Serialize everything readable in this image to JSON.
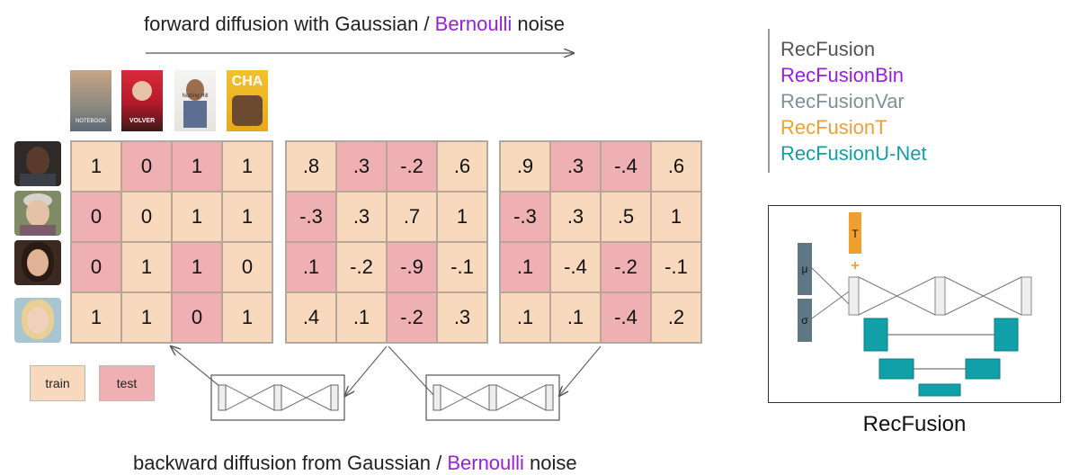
{
  "forward_caption": {
    "prefix": "forward diffusion with Gaussian / ",
    "highlight": "Bernoulli",
    "suffix": " noise"
  },
  "backward_caption": {
    "prefix": "backward diffusion from Gaussian / ",
    "highlight": "Bernoulli",
    "suffix": " noise"
  },
  "colors": {
    "train": "#f8d9bd",
    "test": "#eeb0b3",
    "highlight": "#9a1ee0",
    "teal": "#11a0a8",
    "slate": "#5f7783",
    "orange": "#f0a030"
  },
  "posters": [
    {
      "name": "poster-notebook",
      "text": "NOTEBOOK"
    },
    {
      "name": "poster-volver",
      "text": "VOLVER"
    },
    {
      "name": "poster-notting-hill",
      "text": "Notting Hill"
    },
    {
      "name": "poster-cha",
      "text": "CHA"
    }
  ],
  "matrices": [
    {
      "name": "matrix-binary",
      "rows": [
        [
          "1",
          "0",
          "1",
          "1"
        ],
        [
          "0",
          "0",
          "1",
          "1"
        ],
        [
          "0",
          "1",
          "1",
          "0"
        ],
        [
          "1",
          "1",
          "0",
          "1"
        ]
      ],
      "split": [
        [
          "train",
          "test",
          "test",
          "train"
        ],
        [
          "test",
          "train",
          "train",
          "train"
        ],
        [
          "test",
          "train",
          "test",
          "train"
        ],
        [
          "train",
          "train",
          "test",
          "train"
        ]
      ]
    },
    {
      "name": "matrix-noised",
      "rows": [
        [
          ".8",
          ".3",
          "-.2",
          ".6"
        ],
        [
          "-.3",
          ".3",
          ".7",
          "1"
        ],
        [
          ".1",
          "-.2",
          "-.9",
          "-.1"
        ],
        [
          ".4",
          ".1",
          "-.2",
          ".3"
        ]
      ],
      "split": [
        [
          "train",
          "test",
          "test",
          "train"
        ],
        [
          "test",
          "train",
          "train",
          "train"
        ],
        [
          "test",
          "train",
          "test",
          "train"
        ],
        [
          "train",
          "train",
          "test",
          "train"
        ]
      ]
    },
    {
      "name": "matrix-denoised",
      "rows": [
        [
          ".9",
          ".3",
          "-.4",
          ".6"
        ],
        [
          "-.3",
          ".3",
          ".5",
          "1"
        ],
        [
          ".1",
          "-.4",
          "-.2",
          "-.1"
        ],
        [
          ".1",
          ".1",
          "-.4",
          ".2"
        ]
      ],
      "split": [
        [
          "train",
          "test",
          "test",
          "train"
        ],
        [
          "test",
          "train",
          "train",
          "train"
        ],
        [
          "test",
          "train",
          "test",
          "train"
        ],
        [
          "train",
          "train",
          "test",
          "train"
        ]
      ]
    }
  ],
  "legend": {
    "train": "train",
    "test": "test"
  },
  "models": [
    {
      "label": "RecFusion",
      "color": "#555555"
    },
    {
      "label": "RecFusionBin",
      "color": "#9a1ee0"
    },
    {
      "label": "RecFusionVar",
      "color": "#7f909a"
    },
    {
      "label": "RecFusionT",
      "color": "#f0a030"
    },
    {
      "label": "RecFusionU-Net",
      "color": "#11a0a8"
    }
  ],
  "arch": {
    "title": "RecFusion",
    "mu": "μ",
    "sigma": "σ",
    "t": "T",
    "plus": "+"
  }
}
